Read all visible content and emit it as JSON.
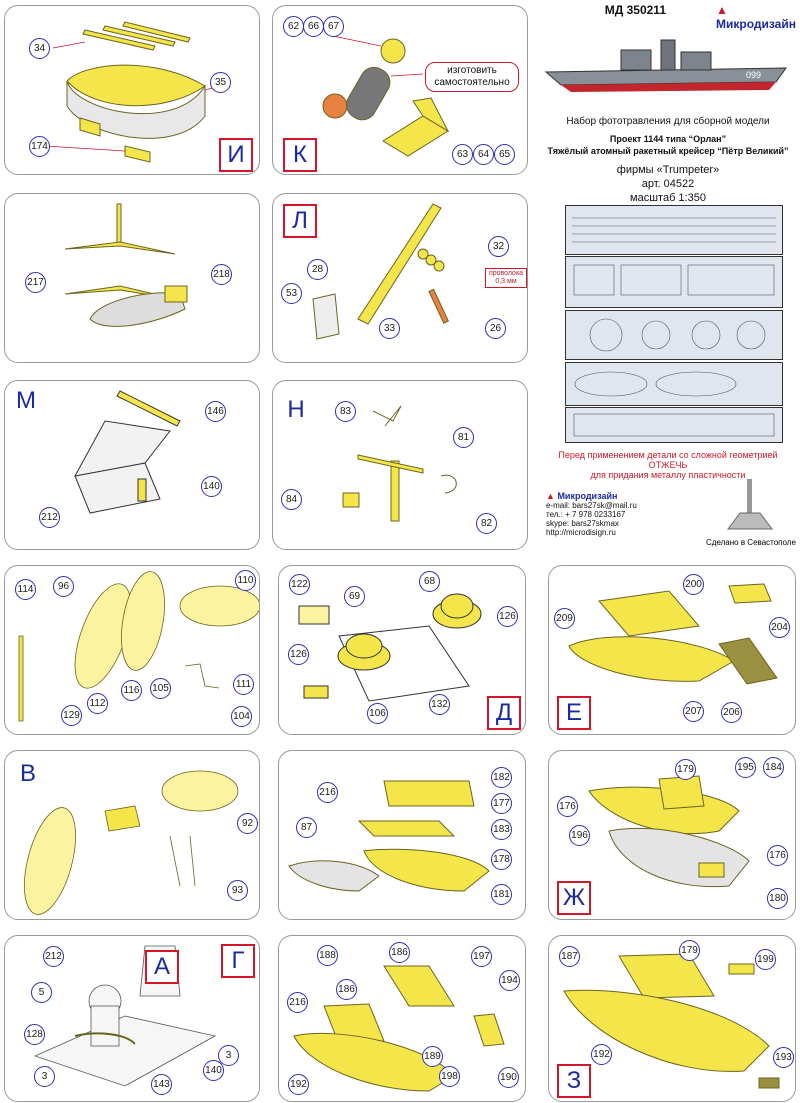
{
  "header": {
    "code": "МД 350211",
    "brand": "Микродизайн"
  },
  "info": {
    "line1": "Набор фототравления для сборной модели",
    "line2": "Проект 1144 типа “Орлан”",
    "line3": "Тяжёлый атомный ракетный крейсер “Пётр Великий”",
    "firm": "фирмы «Trumpeter»",
    "article": "арт. 04522",
    "scale": "масштаб 1:350",
    "ship_number": "099",
    "warning1": "Перед применением детали со сложной геометрией",
    "warning2": "ОТЖЕЧЬ",
    "warning3": "для придания металлу пластичности"
  },
  "contacts": {
    "brand": "Микродизайн",
    "email": "e-mail: bars27sk@mail.ru",
    "tel": "тел.: + 7 978 0233167",
    "skype": "skype: bars27skmax",
    "url": "http://microdisign.ru",
    "made_in": "Сделано в Севастополе"
  },
  "panels": {
    "I": {
      "letter": "И",
      "numbers": [
        "34",
        "35",
        "174"
      ]
    },
    "K": {
      "letter": "К",
      "numbers": [
        "62",
        "66",
        "67",
        "63",
        "64",
        "65"
      ],
      "note_line1": "изготовить",
      "note_line2": "самостоятельно"
    },
    "heli": {
      "numbers": [
        "217",
        "218"
      ]
    },
    "L": {
      "letter": "Л",
      "numbers": [
        "28",
        "32",
        "53",
        "33",
        "26"
      ],
      "wire_line1": "проволока",
      "wire_line2": "0,3 мм"
    },
    "M": {
      "letter": "М",
      "numbers": [
        "146",
        "140",
        "212"
      ]
    },
    "N": {
      "letter": "Н",
      "numbers": [
        "83",
        "81",
        "84",
        "82"
      ]
    },
    "radar": {
      "numbers": [
        "114",
        "96",
        "110",
        "116",
        "105",
        "111",
        "112",
        "129",
        "104"
      ]
    },
    "D": {
      "letter": "Д",
      "numbers": [
        "122",
        "69",
        "68",
        "126",
        "126",
        "106",
        "132"
      ]
    },
    "E": {
      "letter": "Е",
      "numbers": [
        "200",
        "209",
        "204",
        "207",
        "206"
      ]
    },
    "V": {
      "letter": "В",
      "numbers": [
        "92",
        "93"
      ]
    },
    "boat": {
      "numbers": [
        "182",
        "216",
        "177",
        "87",
        "183",
        "178",
        "181"
      ]
    },
    "ZH": {
      "letter": "Ж",
      "numbers": [
        "179",
        "195",
        "184",
        "176",
        "196",
        "176",
        "180"
      ]
    },
    "G": {
      "letter": "Г",
      "letter_a": "А",
      "numbers": [
        "212",
        "5",
        "128",
        "3",
        "3",
        "143",
        "140"
      ]
    },
    "boat2": {
      "numbers": [
        "188",
        "186",
        "197",
        "186",
        "194",
        "216",
        "189",
        "192",
        "198",
        "190"
      ]
    },
    "Z": {
      "letter": "З",
      "numbers": [
        "187",
        "179",
        "199",
        "192",
        "193"
      ]
    }
  },
  "colors": {
    "part": "#f4e64a",
    "outline": "#6b6420",
    "frame": "#9a9a9a",
    "accent": "#d0182a",
    "badge": "#2d2dbd"
  }
}
